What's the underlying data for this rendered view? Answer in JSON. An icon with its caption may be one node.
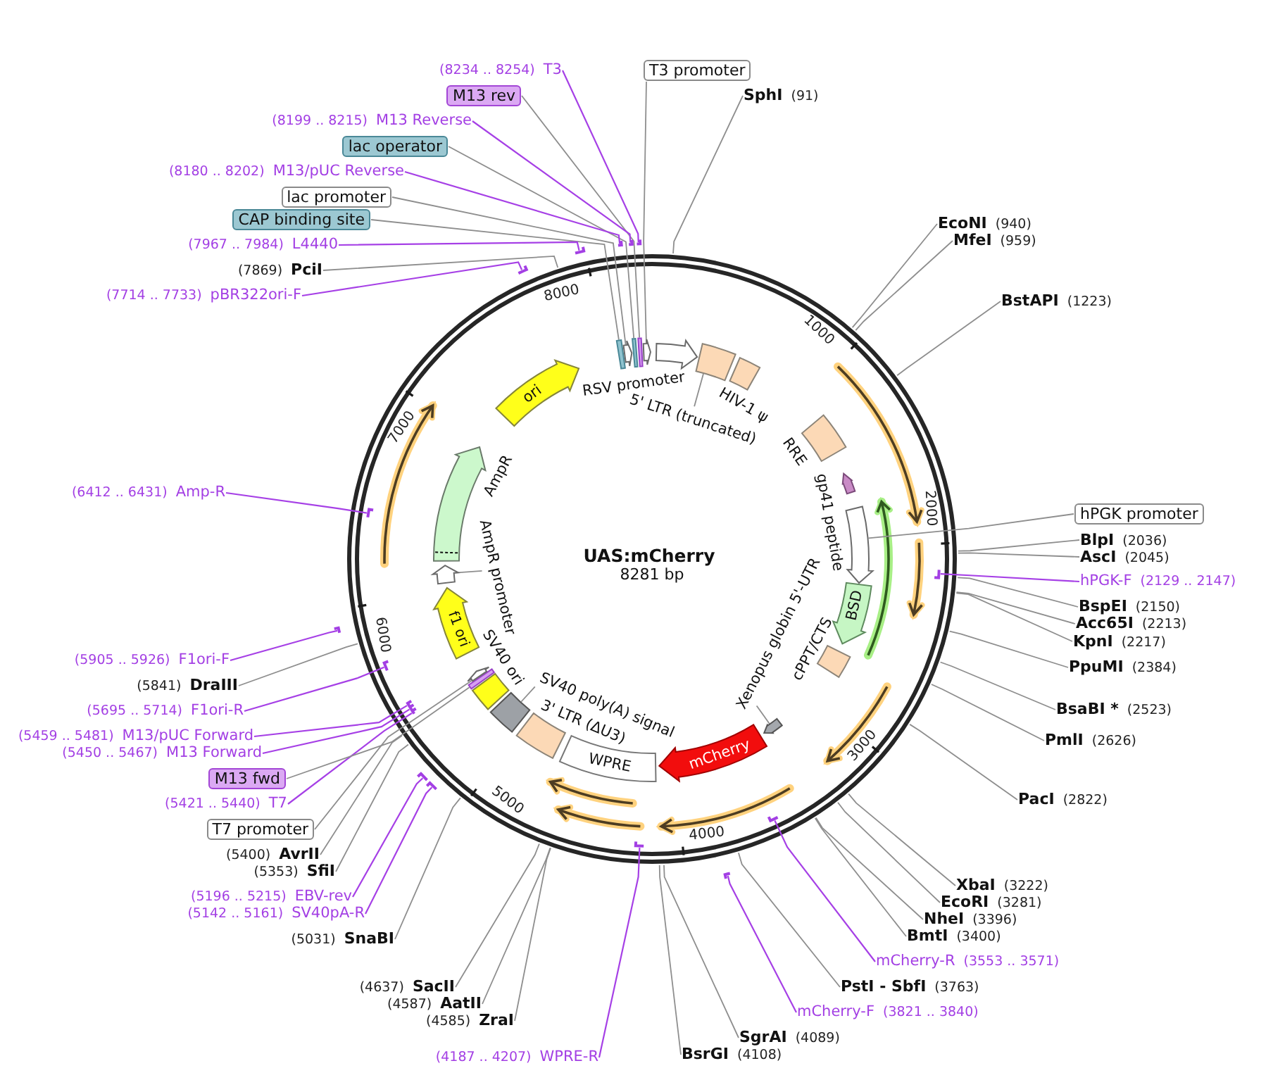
{
  "diagram": {
    "title": "UAS:mCherry",
    "nodes": [
      {
        "text": [
          "(8234 .. 8254)",
          "T3"
        ]
      },
      {
        "text": [
          "M13 rev"
        ]
      },
      {
        "text": [
          "(8199 .. 8215)",
          "M13 Reverse"
        ]
      },
      {
        "text": [
          "lac operator"
        ]
      },
      {
        "text": [
          "(8180 .. 8202)",
          "M13/pUC Reverse"
        ]
      },
      {
        "text": [
          "lac promoter"
        ]
      },
      {
        "text": [
          "CAP binding site"
        ]
      },
      {
        "text": [
          "(7967 .. 7984)",
          "L4440"
        ]
      },
      {
        "text": [
          "(7869)",
          "PciI"
        ]
      },
      {
        "text": [
          "(7714 .. 7733)",
          "pBR322ori-F"
        ]
      },
      {
        "text": [
          "T3 promoter"
        ]
      },
      {
        "text": [
          "SphI",
          "(91)"
        ]
      },
      {
        "text": [
          "EcoNI",
          "(940)"
        ]
      },
      {
        "text": [
          "MfeI",
          "(959)"
        ]
      },
      {
        "text": [
          "BstAPI",
          "(1223)"
        ]
      },
      {
        "text": [
          "hPGK promoter"
        ]
      },
      {
        "text": [
          "BlpI",
          "(2036)"
        ]
      },
      {
        "text": [
          "AscI",
          "(2045)"
        ]
      },
      {
        "text": [
          "hPGK-F",
          "(2129 .. 2147)"
        ]
      },
      {
        "text": [
          "BspEI",
          "(2150)"
        ]
      },
      {
        "text": [
          "Acc65I",
          "(2213)"
        ]
      },
      {
        "text": [
          "KpnI",
          "(2217)"
        ]
      },
      {
        "text": [
          "PpuMI",
          "(2384)"
        ]
      },
      {
        "text": [
          "BsaBI *",
          "(2523)"
        ]
      },
      {
        "text": [
          "PmlI",
          "(2626)"
        ]
      },
      {
        "text": [
          "PacI",
          "(2822)"
        ]
      },
      {
        "text": [
          "XbaI",
          "(3222)"
        ]
      },
      {
        "text": [
          "EcoRI",
          "(3281)"
        ]
      },
      {
        "text": [
          "NheI",
          "(3396)"
        ]
      },
      {
        "text": [
          "BmtI",
          "(3400)"
        ]
      },
      {
        "text": [
          "mCherry-R",
          "(3553 .. 3571)"
        ]
      },
      {
        "text": [
          "PstI - SbfI",
          "(3763)"
        ]
      },
      {
        "text": [
          "mCherry-F",
          "(3821 .. 3840)"
        ]
      },
      {
        "text": [
          "SgrAI",
          "(4089)"
        ]
      },
      {
        "text": [
          "BsrGI",
          "(4108)"
        ]
      },
      {
        "text": [
          "(4187 .. 4207)",
          "WPRE-R"
        ]
      },
      {
        "text": [
          "(4585)",
          "ZraI"
        ]
      },
      {
        "text": [
          "(4587)",
          "AatII"
        ]
      },
      {
        "text": [
          "(4637)",
          "SacII"
        ]
      },
      {
        "text": [
          "(5031)",
          "SnaBI"
        ]
      },
      {
        "text": [
          "(5142 .. 5161)",
          "SV40pA-R"
        ]
      },
      {
        "text": [
          "(5196 .. 5215)",
          "EBV-rev"
        ]
      },
      {
        "text": [
          "(5353)",
          "SfiI"
        ]
      },
      {
        "text": [
          "(5400)",
          "AvrII"
        ]
      },
      {
        "text": [
          "T7 promoter"
        ]
      },
      {
        "text": [
          "(5421 .. 5440)",
          "T7"
        ]
      },
      {
        "text": [
          "M13 fwd"
        ]
      },
      {
        "text": [
          "(5450 .. 5467)",
          "M13 Forward"
        ]
      },
      {
        "text": [
          "(5459 .. 5481)",
          "M13/pUC Forward"
        ]
      },
      {
        "text": [
          "(5695 .. 5714)",
          "F1ori-R"
        ]
      },
      {
        "text": [
          "(5841)",
          "DraIII"
        ]
      },
      {
        "text": [
          "(5905 .. 5926)",
          "F1ori-F"
        ]
      },
      {
        "text": [
          "(6412 .. 6431)",
          "Amp-R"
        ]
      },
      {
        "text": [],
        "shape": "box"
      },
      {
        "text": [],
        "shape": "arrow"
      },
      {
        "text": [],
        "shape": "box"
      },
      {
        "text": [],
        "shape": "box"
      },
      {
        "text": [],
        "shape": "arrow"
      },
      {
        "text": [],
        "shape": "arrow",
        "beside": [
          "RSV promoter"
        ]
      },
      {
        "text": [],
        "shape": "box"
      },
      {
        "text": [
          "5' LTR (truncated)"
        ]
      },
      {
        "text": [],
        "shape": "box",
        "beside": [
          "HIV-1 ψ"
        ]
      },
      {
        "text": [],
        "shape": "box",
        "beside": [
          "RRE"
        ]
      },
      {
        "text": [],
        "shape": "arrow",
        "beside": [
          "gp41 peptide"
        ]
      },
      {
        "text": [],
        "shape": "arrow"
      },
      {
        "text": [
          "BSD"
        ]
      },
      {
        "text": [],
        "shape": "box",
        "beside": [
          "cPPT/CTS"
        ]
      },
      {
        "text": [
          "Xenopus globin 5'-UTR"
        ]
      },
      {
        "text": [],
        "shape": "arrow"
      },
      {
        "text": [
          "mCherry"
        ]
      },
      {
        "text": [
          "WPRE"
        ]
      },
      {
        "text": [],
        "shape": "box",
        "beside": [
          "3' LTR (ΔU3)"
        ]
      },
      {
        "text": [
          "SV40 poly(A) signal"
        ]
      },
      {
        "text": [],
        "shape": "box"
      },
      {
        "text": [],
        "shape": "box",
        "beside": [
          "SV40 ori"
        ]
      },
      {
        "text": [],
        "shape": "box"
      },
      {
        "text": [],
        "shape": "arrow"
      },
      {
        "text": [
          "f1 ori"
        ]
      },
      {
        "text": [
          "AmpR promoter"
        ]
      },
      {
        "text": [],
        "shape": "arrow"
      },
      {
        "text": [],
        "shape": "arrow",
        "beside": [
          "AmpR"
        ]
      },
      {
        "text": [
          "ori"
        ]
      },
      {
        "text": [],
        "shape": "bar"
      },
      {
        "text": [],
        "shape": "bar"
      },
      {
        "text": [],
        "shape": "bar"
      },
      {
        "text": [],
        "shape": "bar"
      },
      {
        "text": [],
        "shape": "bar"
      },
      {
        "text": [],
        "shape": "bar"
      },
      {
        "text": [],
        "shape": "bar"
      },
      {
        "text": [],
        "shape": "bar"
      },
      {
        "text": [],
        "shape": "bar"
      },
      {
        "text": [],
        "shape": "bar"
      },
      {
        "text": [],
        "shape": "bar"
      },
      {
        "text": [],
        "shape": "bar"
      },
      {
        "text": [],
        "shape": "bar"
      },
      {
        "text": [],
        "shape": "bar"
      },
      {
        "text": [],
        "shape": "bar"
      },
      {
        "text": [],
        "shape": "bar"
      },
      {
        "text": [],
        "shape": "bar"
      }
    ],
    "edges": [
      {
        "from": 0,
        "to": 82,
        "arrow": "none",
        "color": "#a640e6"
      },
      {
        "from": 1,
        "to": 56,
        "arrow": "none"
      },
      {
        "from": 2,
        "to": 83,
        "arrow": "none",
        "color": "#a640e6"
      },
      {
        "from": 3,
        "to": 55,
        "arrow": "none"
      },
      {
        "from": 4,
        "to": 84,
        "arrow": "none",
        "color": "#a640e6"
      },
      {
        "from": 5,
        "to": 54,
        "arrow": "none"
      },
      {
        "from": 6,
        "to": 53,
        "arrow": "none"
      },
      {
        "from": 7,
        "to": 85,
        "arrow": "none",
        "color": "#a640e6"
      },
      {
        "from": 8,
        "to": null,
        "arrow": "none"
      },
      {
        "from": 9,
        "to": 86,
        "arrow": "none",
        "color": "#a640e6"
      },
      {
        "from": 10,
        "to": 57,
        "arrow": "none"
      },
      {
        "from": 11,
        "to": null,
        "arrow": "none"
      },
      {
        "from": 12,
        "to": null,
        "arrow": "none"
      },
      {
        "from": 13,
        "to": null,
        "arrow": "none"
      },
      {
        "from": 14,
        "to": null,
        "arrow": "none"
      },
      {
        "from": 15,
        "to": 64,
        "arrow": "none"
      },
      {
        "from": 16,
        "to": null,
        "arrow": "none"
      },
      {
        "from": 17,
        "to": null,
        "arrow": "none"
      },
      {
        "from": 18,
        "to": 87,
        "arrow": "none",
        "color": "#a640e6"
      },
      {
        "from": 19,
        "to": null,
        "arrow": "none"
      },
      {
        "from": 20,
        "to": null,
        "arrow": "none"
      },
      {
        "from": 21,
        "to": null,
        "arrow": "none"
      },
      {
        "from": 22,
        "to": null,
        "arrow": "none"
      },
      {
        "from": 23,
        "to": null,
        "arrow": "none"
      },
      {
        "from": 24,
        "to": null,
        "arrow": "none"
      },
      {
        "from": 25,
        "to": null,
        "arrow": "none"
      },
      {
        "from": 26,
        "to": null,
        "arrow": "none"
      },
      {
        "from": 27,
        "to": null,
        "arrow": "none"
      },
      {
        "from": 28,
        "to": null,
        "arrow": "none"
      },
      {
        "from": 29,
        "to": null,
        "arrow": "none"
      },
      {
        "from": 30,
        "to": 88,
        "arrow": "none",
        "color": "#a640e6"
      },
      {
        "from": 31,
        "to": null,
        "arrow": "none"
      },
      {
        "from": 32,
        "to": 89,
        "arrow": "none",
        "color": "#a640e6"
      },
      {
        "from": 33,
        "to": null,
        "arrow": "none"
      },
      {
        "from": 34,
        "to": null,
        "arrow": "none"
      },
      {
        "from": 35,
        "to": 90,
        "arrow": "none",
        "color": "#a640e6"
      },
      {
        "from": 36,
        "to": null,
        "arrow": "none"
      },
      {
        "from": 37,
        "to": null,
        "arrow": "none"
      },
      {
        "from": 38,
        "to": null,
        "arrow": "none"
      },
      {
        "from": 39,
        "to": null,
        "arrow": "none"
      },
      {
        "from": 40,
        "to": 91,
        "arrow": "none",
        "color": "#a640e6"
      },
      {
        "from": 41,
        "to": 92,
        "arrow": "none",
        "color": "#a640e6"
      },
      {
        "from": 42,
        "to": null,
        "arrow": "none"
      },
      {
        "from": 43,
        "to": null,
        "arrow": "none"
      },
      {
        "from": 44,
        "to": 76,
        "arrow": "none"
      },
      {
        "from": 45,
        "to": 93,
        "arrow": "none",
        "color": "#a640e6"
      },
      {
        "from": 46,
        "to": 75,
        "arrow": "none"
      },
      {
        "from": 47,
        "to": 94,
        "arrow": "none",
        "color": "#a640e6"
      },
      {
        "from": 48,
        "to": 95,
        "arrow": "none",
        "color": "#a640e6"
      },
      {
        "from": 49,
        "to": 96,
        "arrow": "none",
        "color": "#a640e6"
      },
      {
        "from": 50,
        "to": null,
        "arrow": "none"
      },
      {
        "from": 51,
        "to": 97,
        "arrow": "none",
        "color": "#a640e6"
      },
      {
        "from": 52,
        "to": 98,
        "arrow": "none",
        "color": "#a640e6"
      },
      {
        "from": 60,
        "to": 59,
        "arrow": "none"
      },
      {
        "from": 67,
        "to": 68,
        "arrow": "none"
      },
      {
        "from": 72,
        "to": 73,
        "arrow": "none"
      },
      {
        "from": 78,
        "to": 79,
        "arrow": "none"
      }
    ],
    "labels": [
      "8281 bp",
      "1000",
      "2000",
      "3000",
      "4000",
      "5000",
      "6000",
      "7000",
      "8000"
    ]
  }
}
